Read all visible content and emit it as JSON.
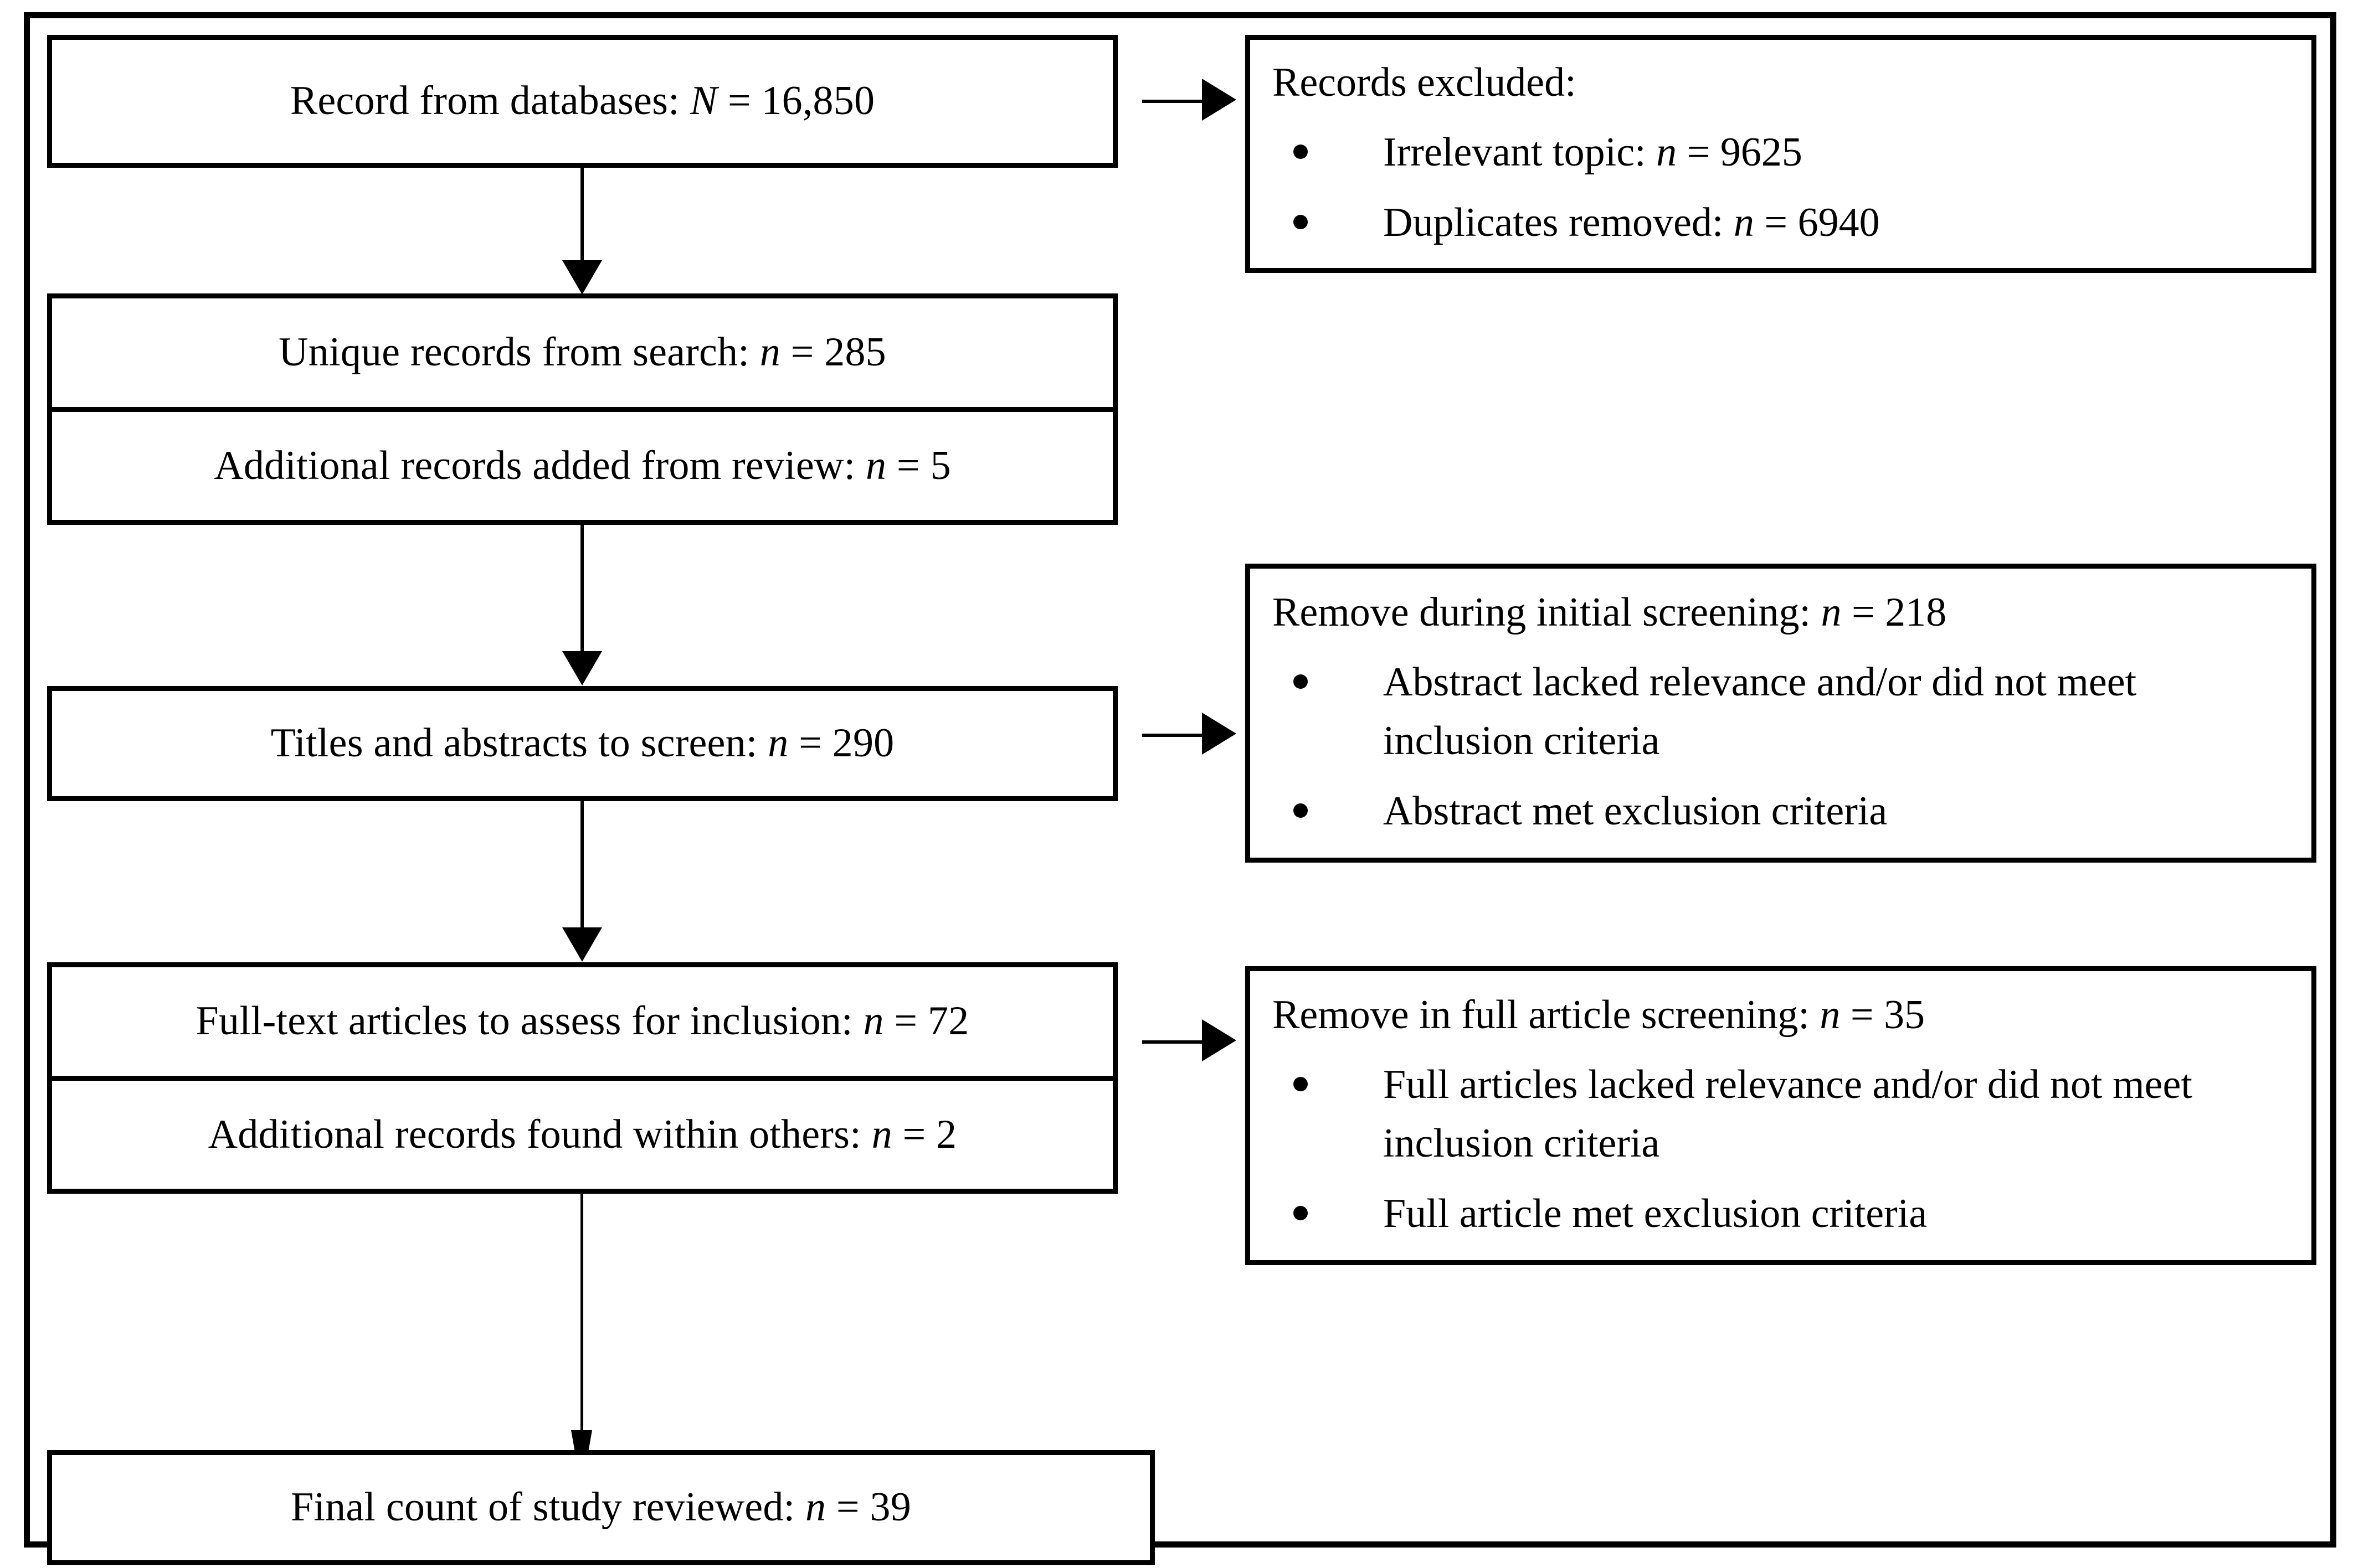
{
  "diagram": {
    "type": "prisma-flow-diagram",
    "title": "",
    "boxes": {
      "identification": {
        "name": "records-from-databases",
        "label_prefix": "Record from databases: ",
        "variable": "N",
        "label_suffix": " = 16,850",
        "count": 16850,
        "count_symbol": "N"
      },
      "unique_records": {
        "name": "unique-records-from-search",
        "label_prefix": "Unique records from search: ",
        "variable": "n",
        "label_suffix": " = 285",
        "count": 285,
        "count_symbol": "n"
      },
      "additional_from_review": {
        "name": "additional-records-added-from-review",
        "label_prefix": "Additional records added from review: ",
        "variable": "n",
        "label_suffix": " = 5",
        "count": 5,
        "count_symbol": "n"
      },
      "screening": {
        "name": "titles-and-abstracts-to-screen",
        "label_prefix": "Titles and abstracts to screen: ",
        "variable": "n",
        "label_suffix": " = 290",
        "count": 290,
        "count_symbol": "n"
      },
      "fulltext": {
        "name": "full-text-articles-to-assess",
        "label_prefix": "Full-text articles to assess for inclusion: ",
        "variable": "n",
        "label_suffix": " = 72",
        "count": 72,
        "count_symbol": "n"
      },
      "additional_within_others": {
        "name": "additional-records-found-within-others",
        "label_prefix": "Additional records found within others: ",
        "variable": "n",
        "label_suffix": " = 2",
        "count": 2,
        "count_symbol": "n"
      },
      "included": {
        "name": "final-count-of-study-reviewed",
        "label_prefix": "Final count of study reviewed: ",
        "variable": "n",
        "label_suffix": " = 39",
        "count": 39,
        "count_symbol": "n"
      }
    },
    "panels": {
      "records_excluded": {
        "name": "records-excluded-panel",
        "heading_prefix": "Records excluded:",
        "heading_variable": "",
        "heading_suffix": "",
        "items": [
          {
            "prefix": "Irrelevant topic: ",
            "variable": "n",
            "suffix": " = 9625",
            "count": 9625
          },
          {
            "prefix": "Duplicates removed: ",
            "variable": "n",
            "suffix": " = 6940",
            "count": 6940
          }
        ]
      },
      "initial_screening_removed": {
        "name": "remove-during-initial-screening-panel",
        "heading_prefix": "Remove during initial screening: ",
        "heading_variable": "n",
        "heading_suffix": " = 218",
        "count": 218,
        "items": [
          {
            "prefix": "Abstract lacked relevance and/or did not meet inclusion criteria",
            "variable": "",
            "suffix": ""
          },
          {
            "prefix": "Abstract met exclusion criteria",
            "variable": "",
            "suffix": ""
          }
        ]
      },
      "full_article_removed": {
        "name": "remove-in-full-article-screening-panel",
        "heading_prefix": "Remove in full article screening: ",
        "heading_variable": "n",
        "heading_suffix": " = 35",
        "count": 35,
        "items": [
          {
            "prefix": "Full articles lacked relevance and/or did not meet inclusion criteria",
            "variable": "",
            "suffix": ""
          },
          {
            "prefix": "Full article met exclusion criteria",
            "variable": "",
            "suffix": ""
          }
        ]
      }
    },
    "colors": {
      "stroke": "#000000",
      "fill": "#ffffff",
      "text": "#000000"
    }
  }
}
